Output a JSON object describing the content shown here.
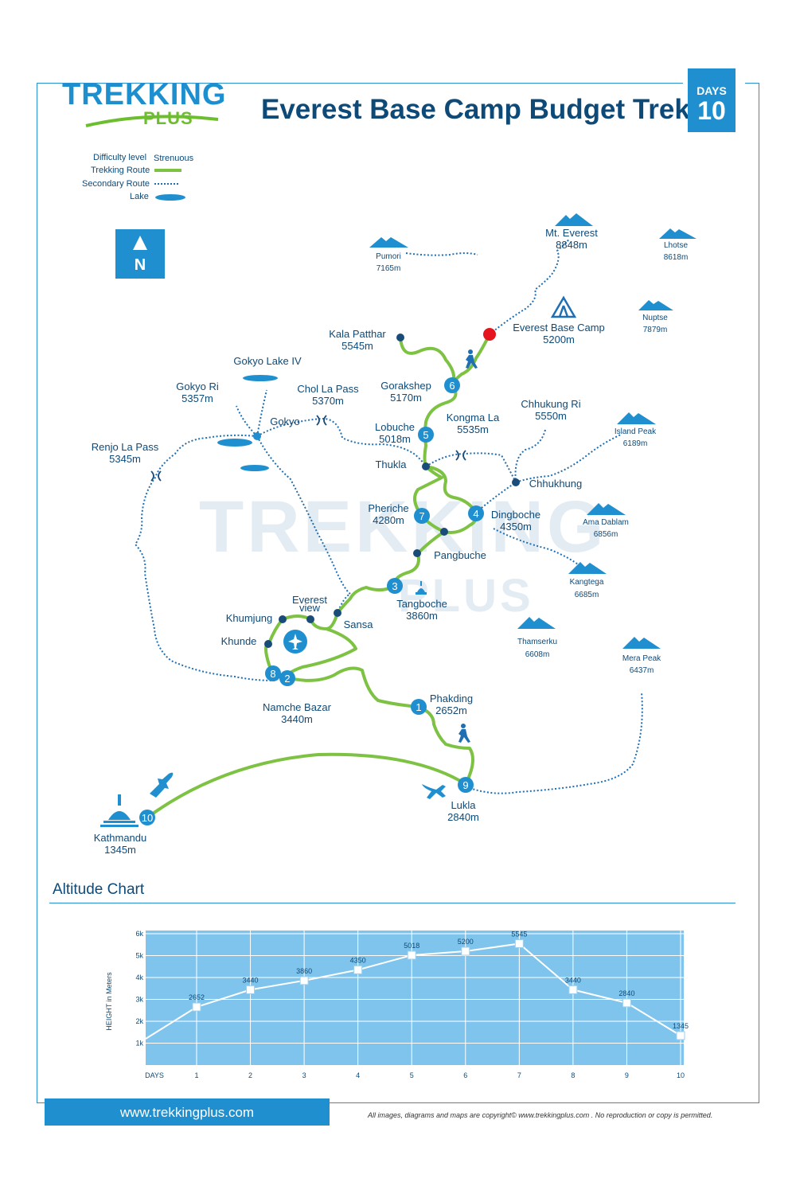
{
  "header": {
    "logo_main": "TREKKING",
    "logo_sub": "PLUS",
    "title": "Everest Base Camp Budget Trek",
    "days_label": "DAYS",
    "days_value": "10"
  },
  "legend": {
    "difficulty_label": "Difficulty level",
    "difficulty_value": "Strenuous",
    "trekking_route": "Trekking Route",
    "secondary_route": "Secondary Route",
    "lake": "Lake"
  },
  "compass": {
    "letter": "N"
  },
  "colors": {
    "route": "#7dc242",
    "secondary": "#1f6fb2",
    "marker": "#1f8fcf",
    "base_camp": "#e4151f",
    "chart_bg": "#7fc4ec"
  },
  "map": {
    "peaks": [
      {
        "name": "Mt. Everest",
        "alt": "8848m"
      },
      {
        "name": "Lhotse",
        "alt": "8618m"
      },
      {
        "name": "Pumori",
        "alt": "7165m"
      },
      {
        "name": "Nuptse",
        "alt": "7879m"
      },
      {
        "name": "Island Peak",
        "alt": "6189m"
      },
      {
        "name": "Ama Dablam",
        "alt": "6856m"
      },
      {
        "name": "Kangtega",
        "alt": "6685m"
      },
      {
        "name": "Thamserku",
        "alt": "6608m"
      },
      {
        "name": "Mera Peak",
        "alt": "6437m"
      }
    ],
    "places": [
      {
        "name": "Everest Base Camp",
        "alt": "5200m"
      },
      {
        "name": "Kala Patthar",
        "alt": "5545m"
      },
      {
        "name": "Gorakshep",
        "alt": "5170m"
      },
      {
        "name": "Lobuche",
        "alt": "5018m"
      },
      {
        "name": "Kongma La",
        "alt": "5535m"
      },
      {
        "name": "Chhukung Ri",
        "alt": "5550m"
      },
      {
        "name": "Thukla",
        "alt": ""
      },
      {
        "name": "Chhukhung",
        "alt": ""
      },
      {
        "name": "Pheriche",
        "alt": "4280m"
      },
      {
        "name": "Dingboche",
        "alt": "4350m"
      },
      {
        "name": "Pangbuche",
        "alt": ""
      },
      {
        "name": "Tangboche",
        "alt": "3860m"
      },
      {
        "name": "Sansa",
        "alt": ""
      },
      {
        "name": "Everest",
        "alt": "view"
      },
      {
        "name": "Khumjung",
        "alt": ""
      },
      {
        "name": "Khunde",
        "alt": ""
      },
      {
        "name": "Namche Bazar",
        "alt": "3440m"
      },
      {
        "name": "Phakding",
        "alt": "2652m"
      },
      {
        "name": "Lukla",
        "alt": "2840m"
      },
      {
        "name": "Kathmandu",
        "alt": "1345m"
      },
      {
        "name": "Gokyo Lake IV",
        "alt": ""
      },
      {
        "name": "Gokyo Ri",
        "alt": "5357m"
      },
      {
        "name": "Chol La Pass",
        "alt": "5370m"
      },
      {
        "name": "Gokyo",
        "alt": ""
      },
      {
        "name": "Renjo La Pass",
        "alt": "5345m"
      }
    ],
    "day_markers": [
      "1",
      "2",
      "3",
      "4",
      "5",
      "6",
      "7",
      "8",
      "9",
      "10"
    ]
  },
  "chart_title": "Altitude Chart",
  "chart_data": {
    "type": "line",
    "title": "Altitude Chart",
    "xlabel": "DAYS",
    "ylabel": "HEIGHT in Meters",
    "x": [
      1,
      2,
      3,
      4,
      5,
      6,
      7,
      8,
      9,
      10
    ],
    "values": [
      2652,
      3440,
      3860,
      4350,
      5018,
      5200,
      5545,
      3440,
      2840,
      1345
    ],
    "y_ticks": [
      "1k",
      "2k",
      "3k",
      "4k",
      "5k",
      "6k"
    ],
    "ylim": [
      0,
      6000
    ],
    "grid": true
  },
  "footer": {
    "url": "www.trekkingplus.com",
    "copyright": "All images, diagrams and maps are copyright© www.trekkingplus.com .  No reproduction or copy is permitted."
  }
}
